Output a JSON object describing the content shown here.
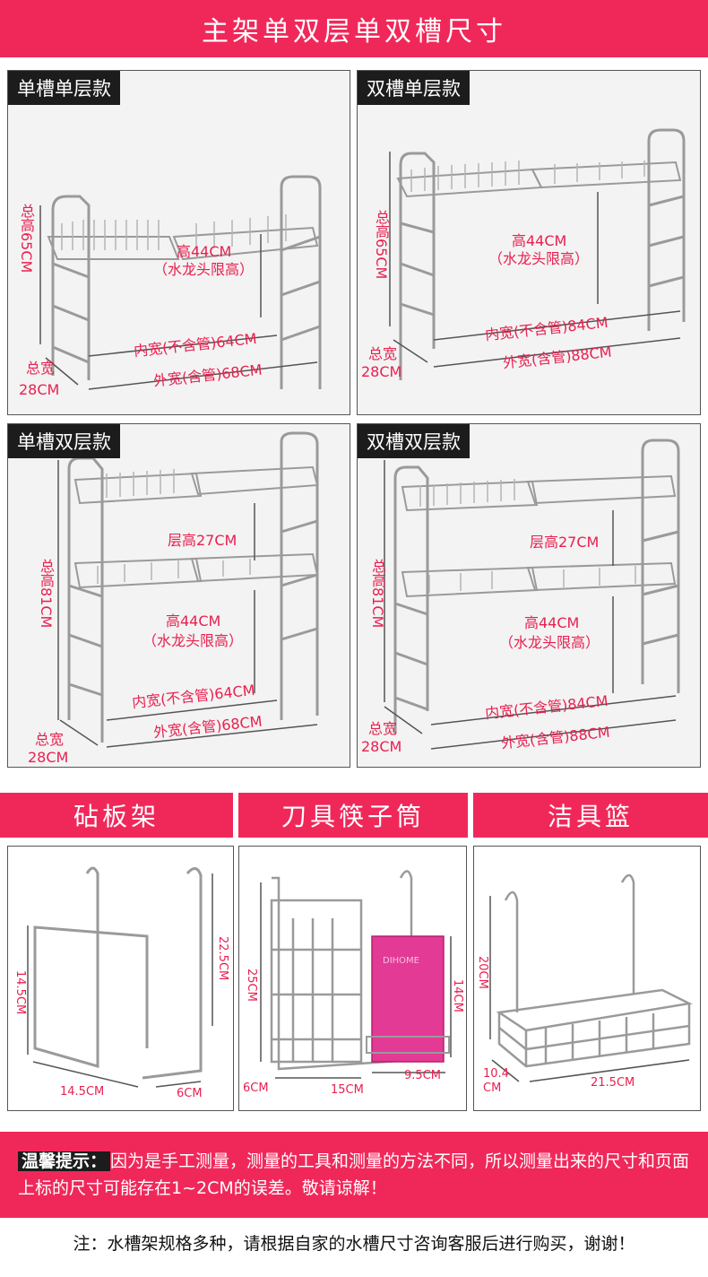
{
  "banner": {
    "title": "主架单双层单双槽尺寸"
  },
  "panels": [
    {
      "tag": "单槽单层款",
      "total_height": "总高65CM",
      "faucet_height": "高44CM",
      "faucet_note": "（水龙头限高）",
      "inner_width": "内宽(不含管)64CM",
      "outer_width": "外宽(含管)68CM",
      "depth_label": "总宽",
      "depth_value": "28CM"
    },
    {
      "tag": "双槽单层款",
      "total_height": "总高65CM",
      "faucet_height": "高44CM",
      "faucet_note": "（水龙头限高）",
      "inner_width": "内宽(不含管)84CM",
      "outer_width": "外宽(含管)88CM",
      "depth_label": "总宽",
      "depth_value": "28CM"
    },
    {
      "tag": "单槽双层款",
      "total_height": "总高81CM",
      "layer_height": "层高27CM",
      "faucet_height": "高44CM",
      "faucet_note": "（水龙头限高）",
      "inner_width": "内宽(不含管)64CM",
      "outer_width": "外宽(含管)68CM",
      "depth_label": "总宽",
      "depth_value": "28CM"
    },
    {
      "tag": "双槽双层款",
      "total_height": "总高81CM",
      "layer_height": "层高27CM",
      "faucet_height": "高44CM",
      "faucet_note": "（水龙头限高）",
      "inner_width": "内宽(不含管)84CM",
      "outer_width": "外宽(含管)88CM",
      "depth_label": "总宽",
      "depth_value": "28CM"
    }
  ],
  "accessories": {
    "headers": [
      "砧板架",
      "刀具筷子筒",
      "洁具篮"
    ],
    "board": {
      "height": "14.5CM",
      "height2": "22.5CM",
      "width": "14.5CM",
      "depth": "6CM"
    },
    "knife": {
      "height": "25CM",
      "cup_height": "14CM",
      "depth": "6CM",
      "width": "15CM",
      "cup_width": "9.5CM",
      "cup_brand": "DIHOME"
    },
    "basket": {
      "height": "20CM",
      "depth": "10.4\nCM",
      "width": "21.5CM"
    }
  },
  "tips": {
    "title": "温馨提示：",
    "text": "因为是手工测量，测量的工具和测量的方法不同，所以测量出来的尺寸和页面上标的尺寸可能存在1~2CM的误差。敬请谅解！"
  },
  "note": "注：水槽架规格多种，请根据自家的水槽尺寸咨询客服后进行购买，谢谢！",
  "colors": {
    "accent": "#f0285a",
    "label": "#e8204f",
    "tag_bg": "#1c1c1c"
  }
}
